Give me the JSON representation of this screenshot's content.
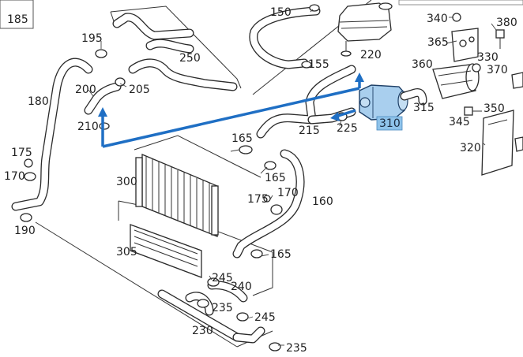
{
  "diagram": {
    "part_numbers": {
      "p150": "150",
      "p185": "185",
      "p195": "195",
      "p200": "200",
      "p205": "205",
      "p210": "210",
      "p180": "180",
      "p175a": "175",
      "p170a": "170",
      "p190": "190",
      "p250": "250",
      "p155": "155",
      "p220": "220",
      "p340": "340",
      "p380": "380",
      "p365": "365",
      "p330": "330",
      "p360": "360",
      "p370": "370",
      "p315": "315",
      "p350": "350",
      "p345": "345",
      "p320": "320",
      "p310": "310",
      "p225": "225",
      "p215": "215",
      "p165a": "165",
      "p165b": "165",
      "p300": "300",
      "p175b": "175",
      "p170b": "170",
      "p160": "160",
      "p305": "305",
      "p165c": "165",
      "p245a": "245",
      "p240": "240",
      "p235a": "235",
      "p245b": "245",
      "p230": "230",
      "p235b": "235"
    },
    "highlighted_part": "310",
    "colors": {
      "line": "#2a2a2a",
      "flow_arrow": "#1f6fc4",
      "highlight_fill": "#8fc3ea",
      "pump_fill": "#a9cfee"
    }
  }
}
